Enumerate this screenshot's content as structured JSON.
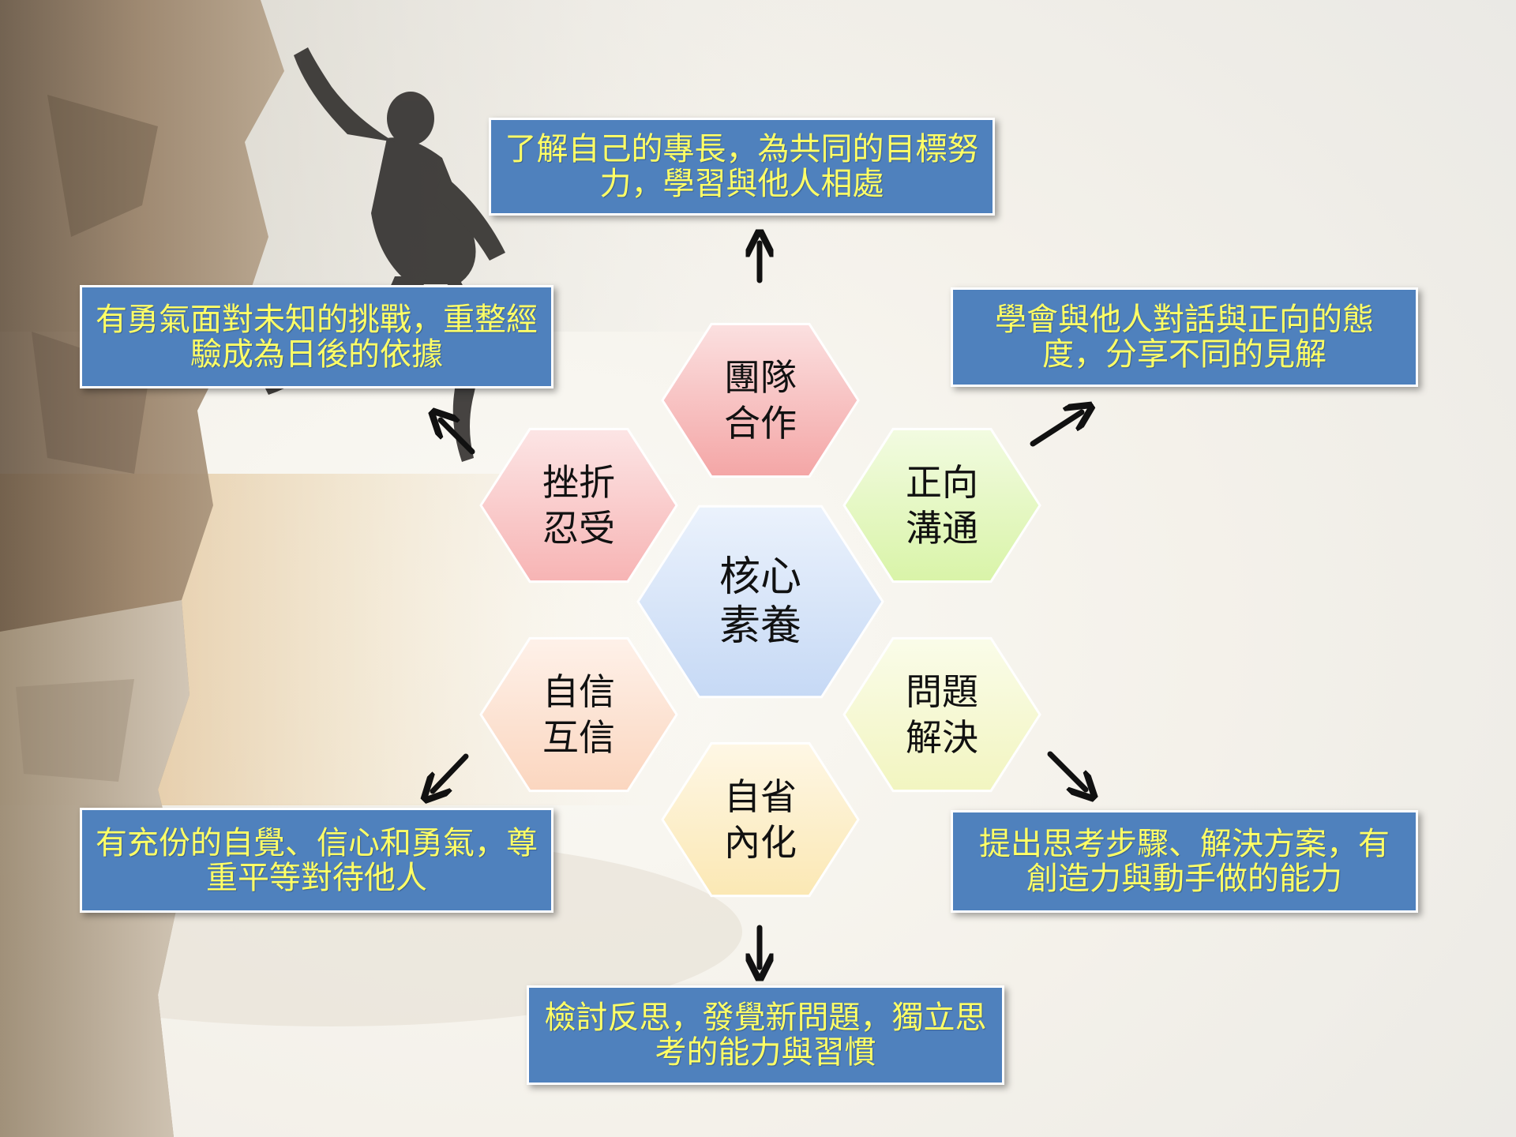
{
  "center": {
    "label": "核心\n素養",
    "color": "#c6d9f5"
  },
  "competencies": [
    {
      "id": "team",
      "label": "團隊\n合作",
      "description": "了解自己的專長，為共同的目標努力，學習與他人相處",
      "color": "#f4a6a6"
    },
    {
      "id": "communication",
      "label": "正向\n溝通",
      "description": "學會與他人對話與正向的態度，分享不同的見解",
      "color": "#d9f4a8"
    },
    {
      "id": "problem",
      "label": "問題\n解決",
      "description": "提出思考步驟、解決方案，有創造力與動手做的能力",
      "color": "#f2f5c0"
    },
    {
      "id": "reflection",
      "label": "自省\n內化",
      "description": "檢討反思，發覺新問題，獨立思考的能力與習慣",
      "color": "#fbe8b4"
    },
    {
      "id": "confidence",
      "label": "自信\n互信",
      "description": "有充份的自覺、信心和勇氣，尊重平等對待他人",
      "color": "#fbd6bf"
    },
    {
      "id": "frustration",
      "label": "挫折\n忍受",
      "description": "有勇氣面對未知的挑戰，重整經驗成為日後的依據",
      "color": "#f7b4b4"
    }
  ],
  "colors": {
    "box_fill": "#4f81bd",
    "box_text": "#ffff66",
    "box_border": "#ffffff"
  }
}
